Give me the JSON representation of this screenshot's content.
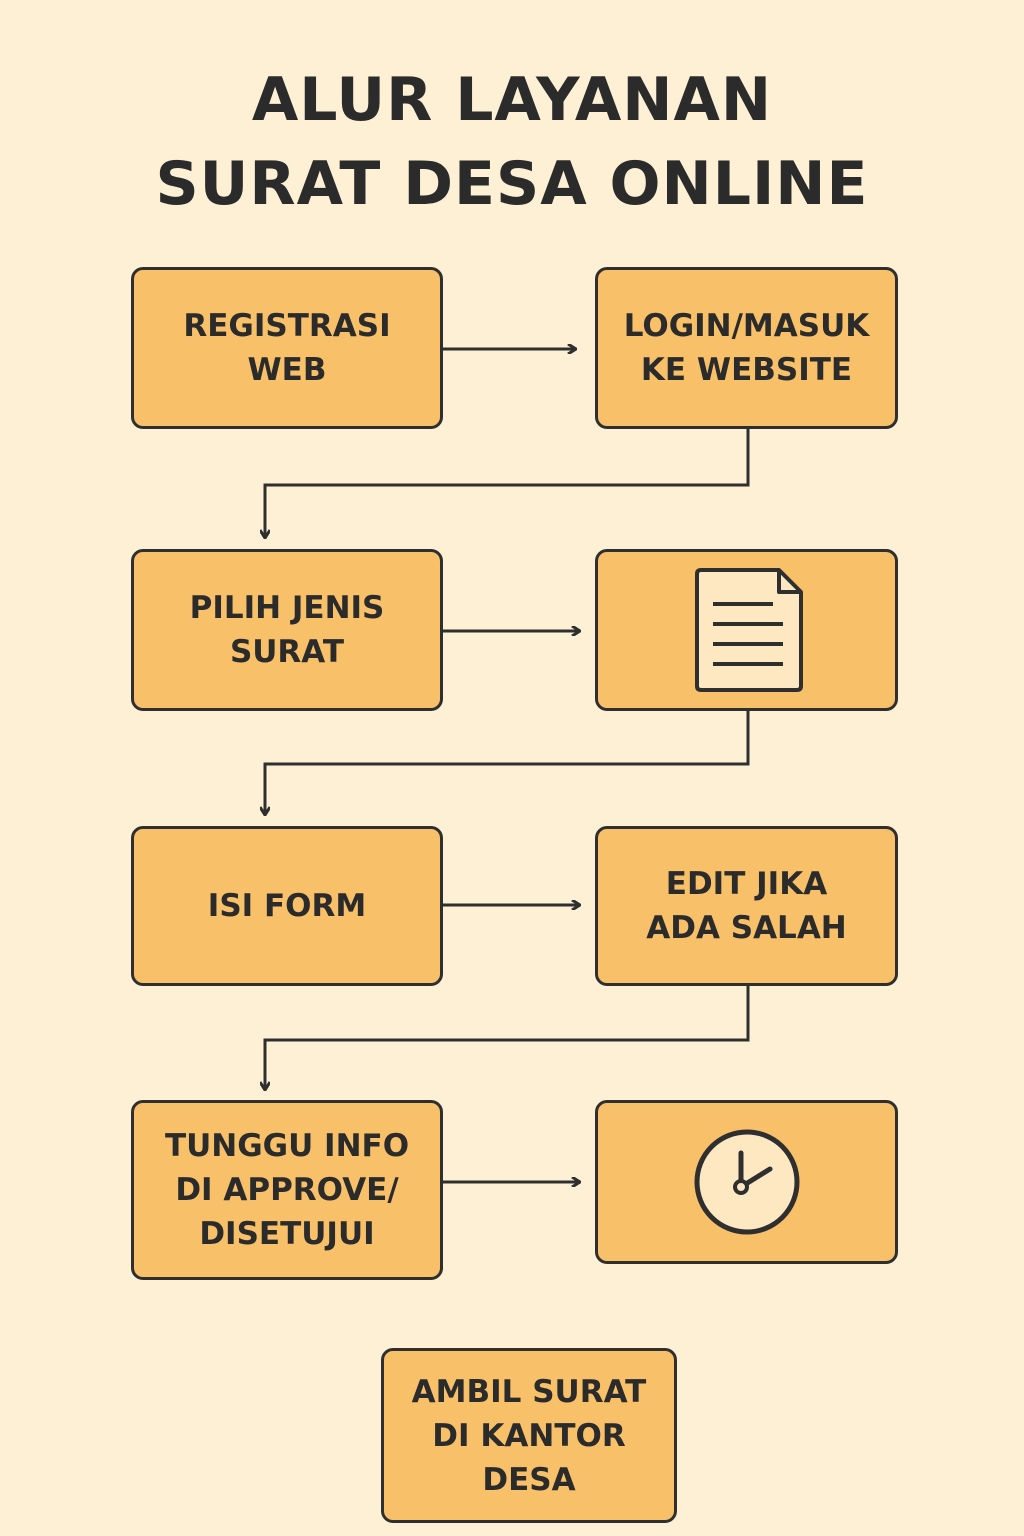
{
  "title": {
    "line1": "ALUR LAYANAN",
    "line2": "SURAT DESA ONLINE"
  },
  "steps": {
    "registrasi": "REGISTRASI\nWEB",
    "login": "LOGIN/MASUK\nKE WEBSITE",
    "pilih_jenis": "PILIH JENIS\nSURAT",
    "dokumen": "document-icon",
    "isi_form": "ISI FORM",
    "edit": "EDIT JIKA\nADA SALAH",
    "tunggu": "TUNGGU INFO\nDI APPROVE/\nDISETUJUI",
    "waktu": "clock-icon",
    "ambil": "AMBIL SURAT\nDI KANTOR\nDESA"
  },
  "colors": {
    "background": "#fdf0d5",
    "box_fill": "#f9c06a",
    "stroke": "#2f2f2f",
    "icon_fill": "#fde8c2"
  }
}
